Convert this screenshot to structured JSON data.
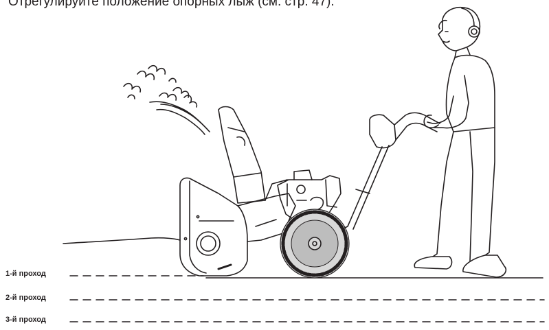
{
  "caption": "Отрегулируйте положение опорных лыж (см. стр. 47).",
  "passes": [
    {
      "label": "1-й проход"
    },
    {
      "label": "2-й проход"
    },
    {
      "label": "3-й проход"
    }
  ]
}
